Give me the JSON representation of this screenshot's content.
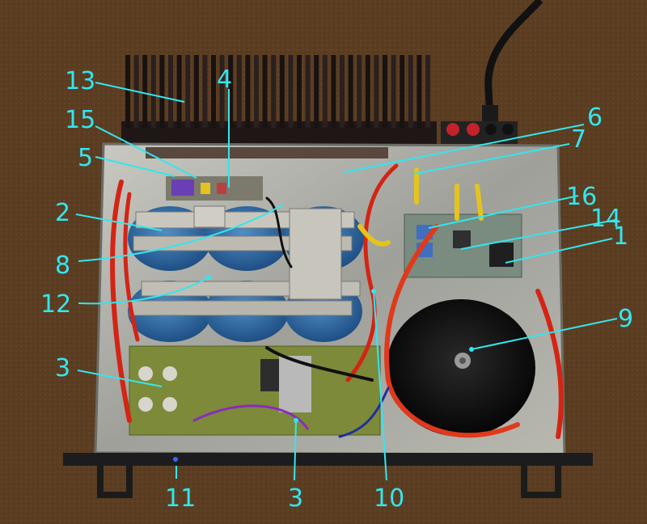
{
  "callouts": [
    {
      "id": "c1",
      "text": "1"
    },
    {
      "id": "c2",
      "text": "2"
    },
    {
      "id": "c3a",
      "text": "3"
    },
    {
      "id": "c3b",
      "text": "3"
    },
    {
      "id": "c4",
      "text": "4"
    },
    {
      "id": "c5",
      "text": "5"
    },
    {
      "id": "c6",
      "text": "6"
    },
    {
      "id": "c7",
      "text": "7"
    },
    {
      "id": "c8",
      "text": "8"
    },
    {
      "id": "c9",
      "text": "9"
    },
    {
      "id": "c10",
      "text": "10"
    },
    {
      "id": "c11",
      "text": "11"
    },
    {
      "id": "c12",
      "text": "12"
    },
    {
      "id": "c13",
      "text": "13"
    },
    {
      "id": "c14",
      "text": "14"
    },
    {
      "id": "c15",
      "text": "15"
    },
    {
      "id": "c16",
      "text": "16"
    }
  ],
  "colors": {
    "background_carpet": "#5b3d22",
    "heatsink": "#1f1716",
    "chassis_metal": "#a9a9a2",
    "capacitor_blue": "#2e6ea8",
    "transformer_black": "#0e0e0e",
    "wire_red": "#d32414",
    "wire_yellow": "#e5c31e",
    "pcb_green": "#7c8a3a",
    "callout_cyan": "#33e6ee"
  }
}
